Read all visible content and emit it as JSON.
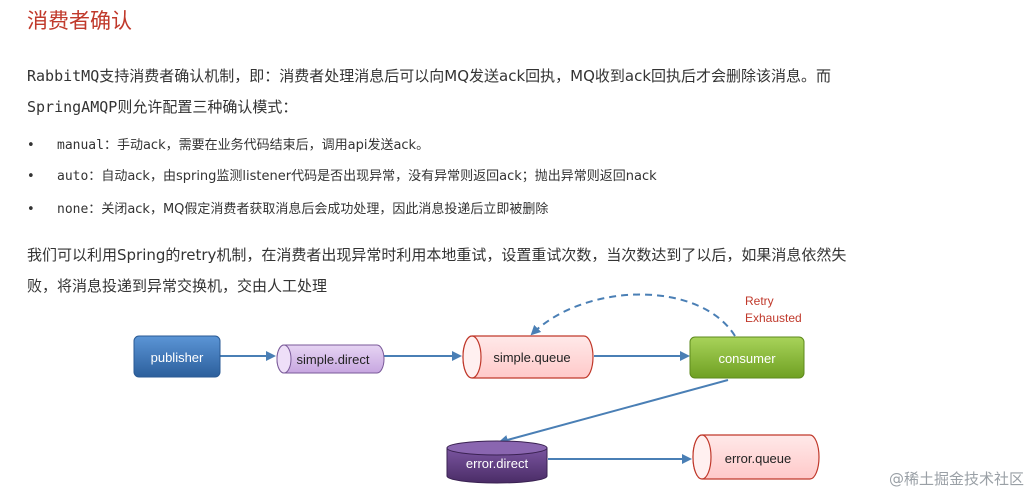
{
  "title": "消费者确认",
  "intro": {
    "line1_pre": "",
    "line1_mono": "RabbitMQ",
    "line1_text": "支持消费者确认机制，即：消费者处理消息后可以向MQ发送ack回执，MQ收到ack回执后才会删除该消息。而",
    "line2_mono": "SpringAMQP",
    "line2_text": "则允许配置三种确认模式："
  },
  "modes": [
    {
      "key": "manual：",
      "desc": "手动ack，需要在业务代码结束后，调用api发送ack。"
    },
    {
      "key": "auto：",
      "desc": "自动ack，由spring监测listener代码是否出现异常，没有异常则返回ack；抛出异常则返回nack"
    },
    {
      "key": "none：",
      "desc": "关闭ack，MQ假定消费者获取消息后会成功处理，因此消息投递后立即被删除"
    }
  ],
  "retry_para": {
    "line1": "我们可以利用Spring的retry机制，在消费者出现异常时利用本地重试，设置重试次数，当次数达到了以后，如果消息依然失",
    "line2": "败，将消息投递到异常交换机，交由人工处理"
  },
  "diagram": {
    "publisher": "publisher",
    "simple_direct": "simple.direct",
    "simple_queue": "simple.queue",
    "consumer": "consumer",
    "error_direct": "error.direct",
    "error_queue": "error.queue",
    "retry_label_1": "Retry",
    "retry_label_2": "Exhausted",
    "colors": {
      "publisher": "#3b76b8",
      "exchange": "#d4b8e8",
      "error_exchange": "#5b3a78",
      "queue": "#ffd6d6",
      "queue_border": "#c0392b",
      "consumer": "#8dbf3a",
      "arrow": "#4a7fb5",
      "retry_text": "#c0392b"
    }
  },
  "watermark": "@稀土掘金技术社区"
}
